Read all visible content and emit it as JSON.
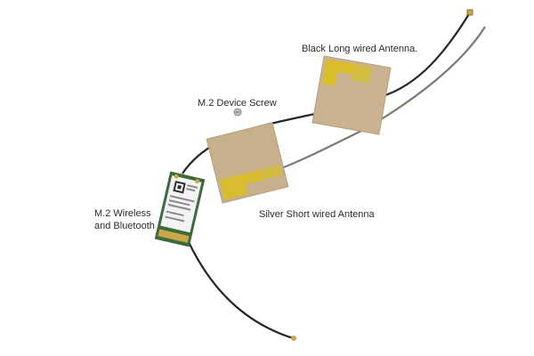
{
  "labels": {
    "black_antenna": "Black Long wired Antenna.",
    "device_screw": "M.2 Device Screw",
    "silver_antenna": "Silver Short wired Antenna",
    "m2_card_line1": "M.2 Wireless",
    "m2_card_line2": "and Bluetooth"
  },
  "colors": {
    "background": "#ffffff",
    "antenna_pad": "#c9b390",
    "antenna_tape": "#d9bf1f",
    "black_cable": "#262626",
    "silver_cable": "#7e7a73",
    "card_pcb": "#3c6a3a",
    "card_label": "#f3f3f3"
  }
}
